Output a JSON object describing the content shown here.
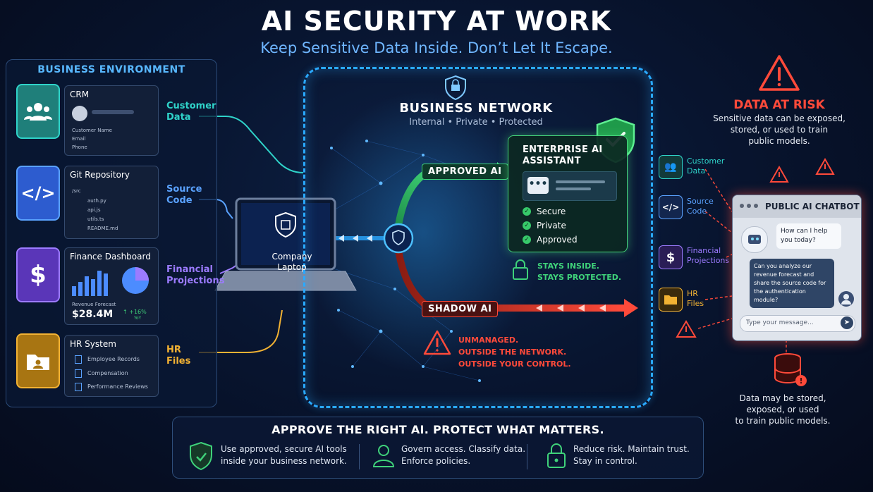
{
  "header": {
    "title": "AI SECURITY AT WORK",
    "subtitle": "Keep Sensitive Data Inside. Don’t Let It Escape."
  },
  "business_environment": {
    "title": "BUSINESS ENVIRONMENT",
    "systems": [
      {
        "name": "CRM",
        "fields": [
          "Customer Name",
          "Email",
          "Phone"
        ],
        "data_label": [
          "Customer",
          "Data"
        ],
        "color": "#2fd3c9"
      },
      {
        "name": "Git Repository",
        "files": [
          "/src",
          "auth.py",
          "api.js",
          "utils.ts",
          "README.md"
        ],
        "data_label": [
          "Source",
          "Code"
        ],
        "color": "#5aa2ff"
      },
      {
        "name": "Finance Dashboard",
        "metric_label": "Revenue Forecast",
        "metric_value": "$28.4M",
        "change": "↑ +16%",
        "change_period": "YoY",
        "data_label": [
          "Financial",
          "Projections"
        ],
        "color": "#9c7bff"
      },
      {
        "name": "HR System",
        "records": [
          "Employee Records",
          "Compensation",
          "Performance Reviews"
        ],
        "data_label": [
          "HR",
          "Files"
        ],
        "color": "#f2b233"
      }
    ]
  },
  "network": {
    "title": "BUSINESS NETWORK",
    "subtitle": "Internal • Private • Protected",
    "laptop_label": [
      "Company",
      "Laptop"
    ],
    "approved_label": "APPROVED AI",
    "shadow_label": "SHADOW AI",
    "enterprise": {
      "title": [
        "ENTERPRISE AI",
        "ASSISTANT"
      ],
      "checks": [
        "Secure",
        "Private",
        "Approved"
      ]
    },
    "stays": [
      "STAYS INSIDE.",
      "STAYS PROTECTED."
    ],
    "unmanaged": [
      "UNMANAGED.",
      "OUTSIDE THE NETWORK.",
      "OUTSIDE YOUR CONTROL."
    ]
  },
  "risk": {
    "title": "DATA AT RISK",
    "text": [
      "Sensitive data can be exposed,",
      "stored, or used to train",
      "public models."
    ],
    "items": [
      {
        "label": [
          "Customer",
          "Data"
        ],
        "icon": "users-icon"
      },
      {
        "label": [
          "Source",
          "Code"
        ],
        "icon": "code-icon"
      },
      {
        "label": [
          "Financial",
          "Projections"
        ],
        "icon": "dollar-icon"
      },
      {
        "label": [
          "HR",
          "Files"
        ],
        "icon": "folder-icon"
      }
    ],
    "chatbot": {
      "title": "PUBLIC AI CHATBOT",
      "bot_message": "How can I help you today?",
      "user_message": "Can you analyze our revenue forecast and share the source code for the authentication module?",
      "input_placeholder": "Type your message..."
    },
    "db_text": [
      "Data may be stored,",
      "exposed, or used",
      "to train public models."
    ]
  },
  "bottom": {
    "title": "APPROVE THE RIGHT AI. PROTECT  WHAT MATTERS.",
    "items": [
      [
        "Use approved, secure AI tools",
        "inside your business network."
      ],
      [
        "Govern access. Classify data.",
        "Enforce policies."
      ],
      [
        "Reduce risk. Maintain trust.",
        "Stay in control."
      ]
    ]
  },
  "colors": {
    "accent_blue": "#2aa9ff",
    "safe_green": "#3fd27a",
    "danger_red": "#ff4a3a"
  }
}
